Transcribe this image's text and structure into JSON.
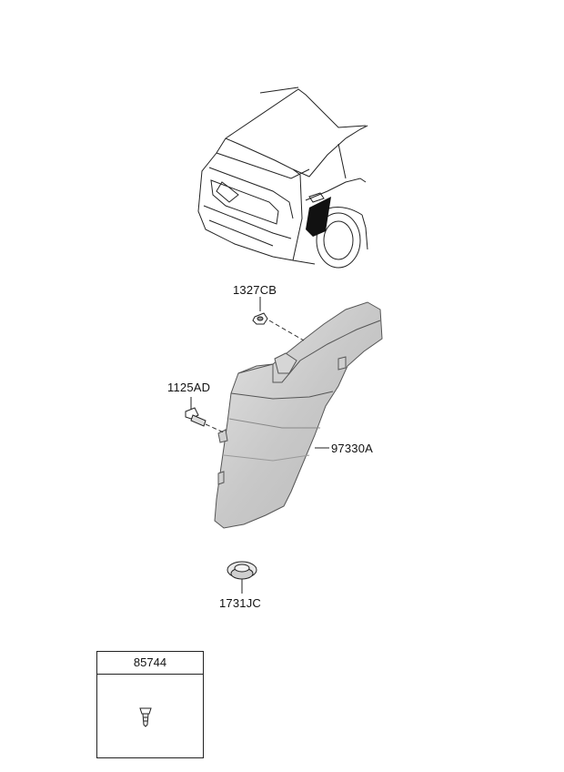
{
  "parts": {
    "nut": {
      "code": "1327CB"
    },
    "bolt": {
      "code": "1125AD"
    },
    "trim": {
      "code": "97330A"
    },
    "plug": {
      "code": "1731JC"
    }
  },
  "legend": {
    "code": "85744"
  }
}
